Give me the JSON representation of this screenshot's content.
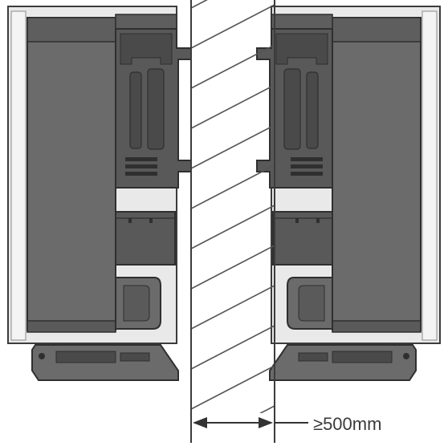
{
  "diagram": {
    "clearance_label": "≥500mm"
  },
  "colors": {
    "housing_fill": "#6b6b6b",
    "housing_dark": "#4a4a4a",
    "bracket_fill": "#595959",
    "outline": "#3c3c3c",
    "light_frame": "#e9e9e9",
    "wall_hatch": "#555555"
  },
  "icons": {
    "left_unit": "inverter-unit-left",
    "right_unit": "inverter-unit-right",
    "wall": "wall-hatched-section",
    "dimension": "double-arrow-dimension"
  }
}
